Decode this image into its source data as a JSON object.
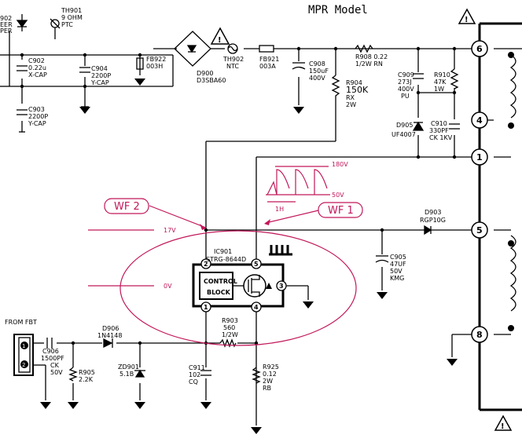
{
  "title": "MPR Model",
  "labels": {
    "partial_left": "902\nEER\nPER",
    "th901": [
      "TH901",
      "9 OHM",
      "PTC"
    ],
    "c902": [
      "C902",
      "0.22u",
      "X-CAP"
    ],
    "c904": [
      "C904",
      "2200P",
      "Y-CAP"
    ],
    "c903": [
      "C903",
      "2200P",
      "Y-CAP"
    ],
    "fb922": [
      "FB922",
      "003H"
    ],
    "d900": [
      "D900",
      "D3SBA60"
    ],
    "th902": [
      "TH902",
      "NTC"
    ],
    "fb921": [
      "FB921",
      "003A"
    ],
    "c908": [
      "C908",
      "150uF",
      "400V"
    ],
    "r908": [
      "R908 0.22",
      "1/2W RN"
    ],
    "r904": [
      "R904",
      "150K",
      "RX",
      "2W"
    ],
    "c909": [
      "C909",
      "273J",
      "400V",
      "PU"
    ],
    "r910": [
      "R910",
      "47K",
      "1W"
    ],
    "d905": [
      "D905",
      "UF4007"
    ],
    "c910": [
      "C910",
      "330PF",
      "CK 1KV"
    ],
    "d903": [
      "D903",
      "RGP10G"
    ],
    "c905": [
      "C905",
      "47UF",
      "50V",
      "KMG"
    ],
    "ic901": [
      "IC901",
      "STRG-8644D"
    ],
    "control_block": [
      "CONTROL",
      "BLOCK"
    ],
    "r903": [
      "R903",
      "560",
      "1/2W"
    ],
    "from_fbt": "FROM FBT",
    "c906": [
      "C906",
      "1500PF",
      "CK",
      "50V"
    ],
    "d906": [
      "D906",
      "1N4148"
    ],
    "r905": [
      "R905",
      "2.2K"
    ],
    "zd901": [
      "ZD901",
      "5.1B"
    ],
    "c911": [
      "C911",
      "102",
      "CQ"
    ],
    "r925": [
      "R925",
      "0.12",
      "2W",
      "RB"
    ]
  },
  "pins": [
    "6",
    "4",
    "1",
    "5",
    "8",
    "2",
    "5",
    "1",
    "4",
    "3",
    "1",
    "2"
  ],
  "annotations": {
    "wf1": "WF 1",
    "wf2": "WF 2",
    "v180": "180V",
    "v50": "50V",
    "v17": "17V",
    "v0": "0V",
    "h1": "1H"
  }
}
